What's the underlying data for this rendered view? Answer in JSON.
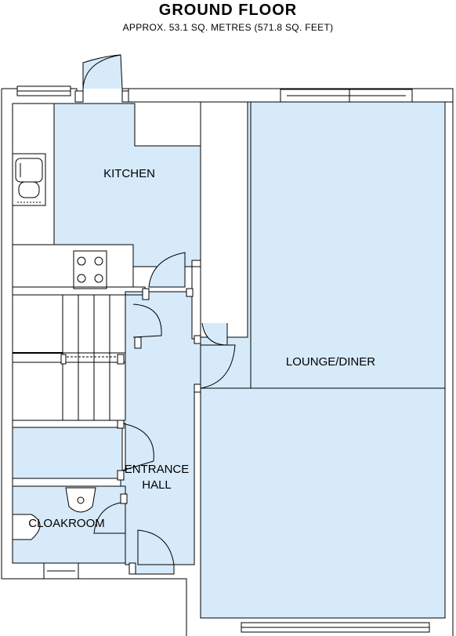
{
  "header": {
    "title": "GROUND FLOOR",
    "subtitle": "APPROX.  53.1 SQ. METRES (571.8 SQ. FEET)"
  },
  "rooms": {
    "kitchen": "KITCHEN",
    "lounge": "LOUNGE/DINER",
    "entrance_line1": "ENTRANCE",
    "entrance_line2": "HALL",
    "cloakroom": "CLOAKROOM"
  },
  "colors": {
    "room_fill": "#d6eafa",
    "wall": "#000000"
  }
}
